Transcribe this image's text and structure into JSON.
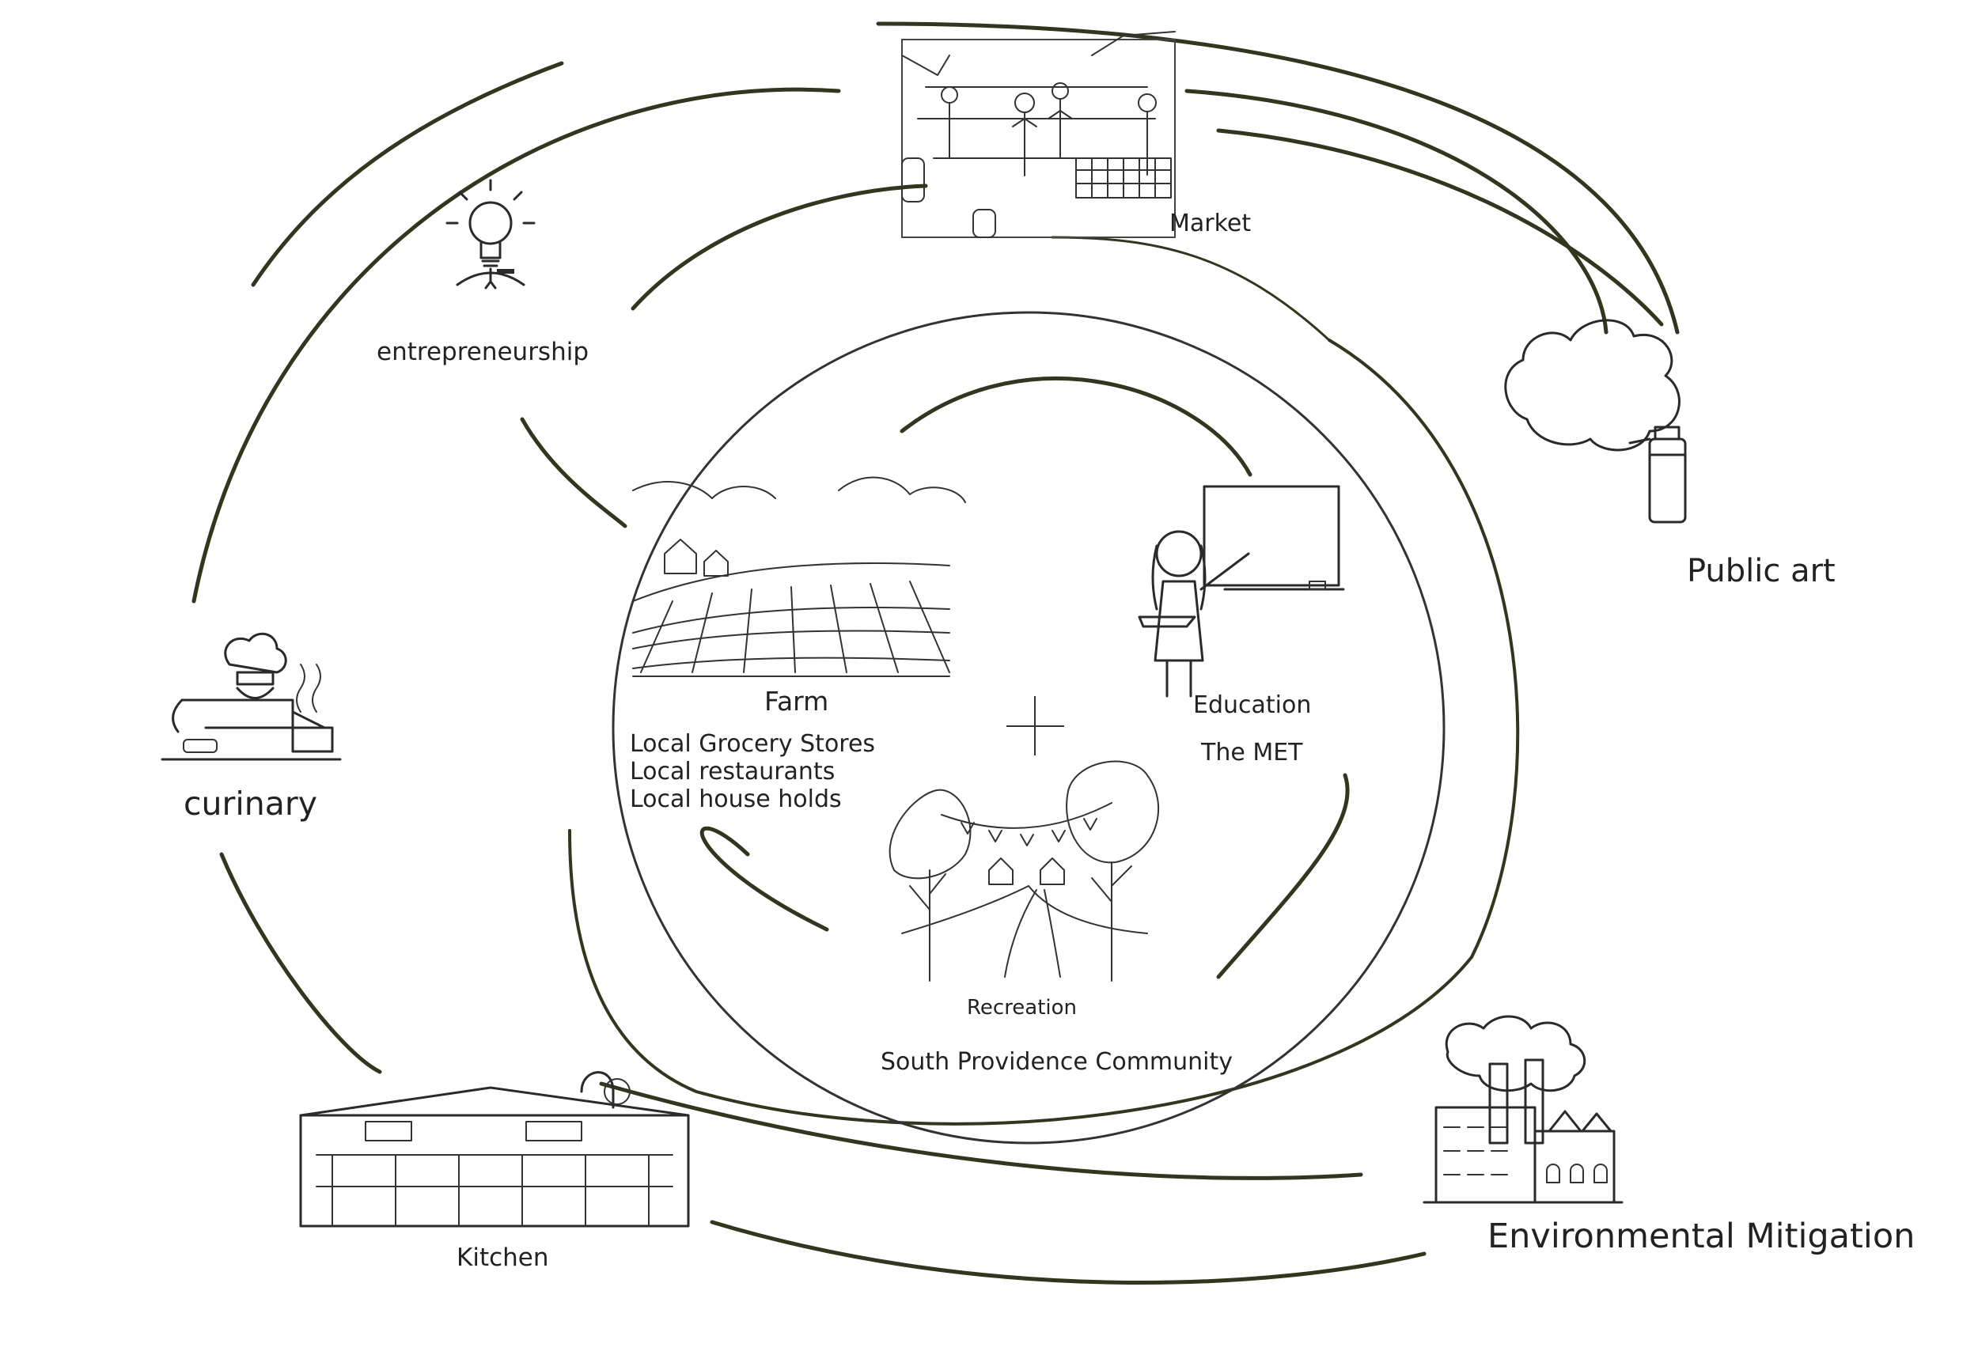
{
  "colors": {
    "line": "#33361f",
    "text": "#222222",
    "background": "#ffffff"
  },
  "center_node": {
    "labels": [
      "Farm",
      "Education",
      "Recreation"
    ],
    "farm": {
      "label": "Farm",
      "details": [
        "Local Grocery Stores",
        "Local restaurants",
        "Local house holds"
      ]
    },
    "education": {
      "label": "Education",
      "detail": "The MET"
    },
    "recreation": {
      "label": "Recreation",
      "detail": "South Providence Community"
    }
  },
  "outer_nodes": {
    "market": {
      "label": "Market",
      "icon": "market-icon"
    },
    "entrepreneurship": {
      "label": "entrepreneurship",
      "icon": "lightbulb-person-icon"
    },
    "public_art": {
      "label": "Public art",
      "icon": "spray-can-icon"
    },
    "culinary": {
      "label": "curinary",
      "icon": "chef-icon"
    },
    "kitchen": {
      "label": "Kitchen",
      "icon": "kitchen-building-icon"
    },
    "environmental": {
      "label": "Environmental Mitigation",
      "icon": "factory-icon"
    }
  }
}
